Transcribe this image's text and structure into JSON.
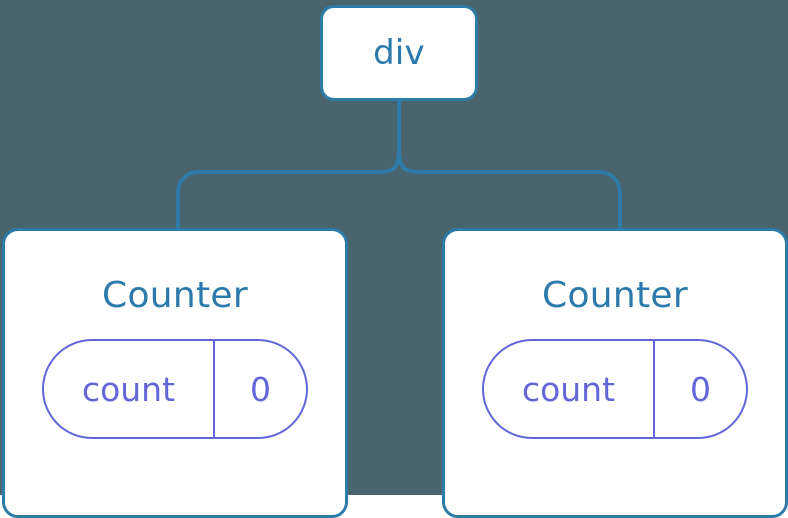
{
  "diagram": {
    "type": "component-tree",
    "background_color": "#4a646e",
    "node_border_color": "#2e7ba8",
    "node_fill_color": "#ffffff",
    "node_text_color": "#2b7aab",
    "state_color": "#6366d8",
    "connector_color": "#2e7ba8"
  },
  "root": {
    "label": "div"
  },
  "children": [
    {
      "label": "Counter",
      "state": {
        "key": "count",
        "value": "0"
      }
    },
    {
      "label": "Counter",
      "state": {
        "key": "count",
        "value": "0"
      }
    }
  ]
}
